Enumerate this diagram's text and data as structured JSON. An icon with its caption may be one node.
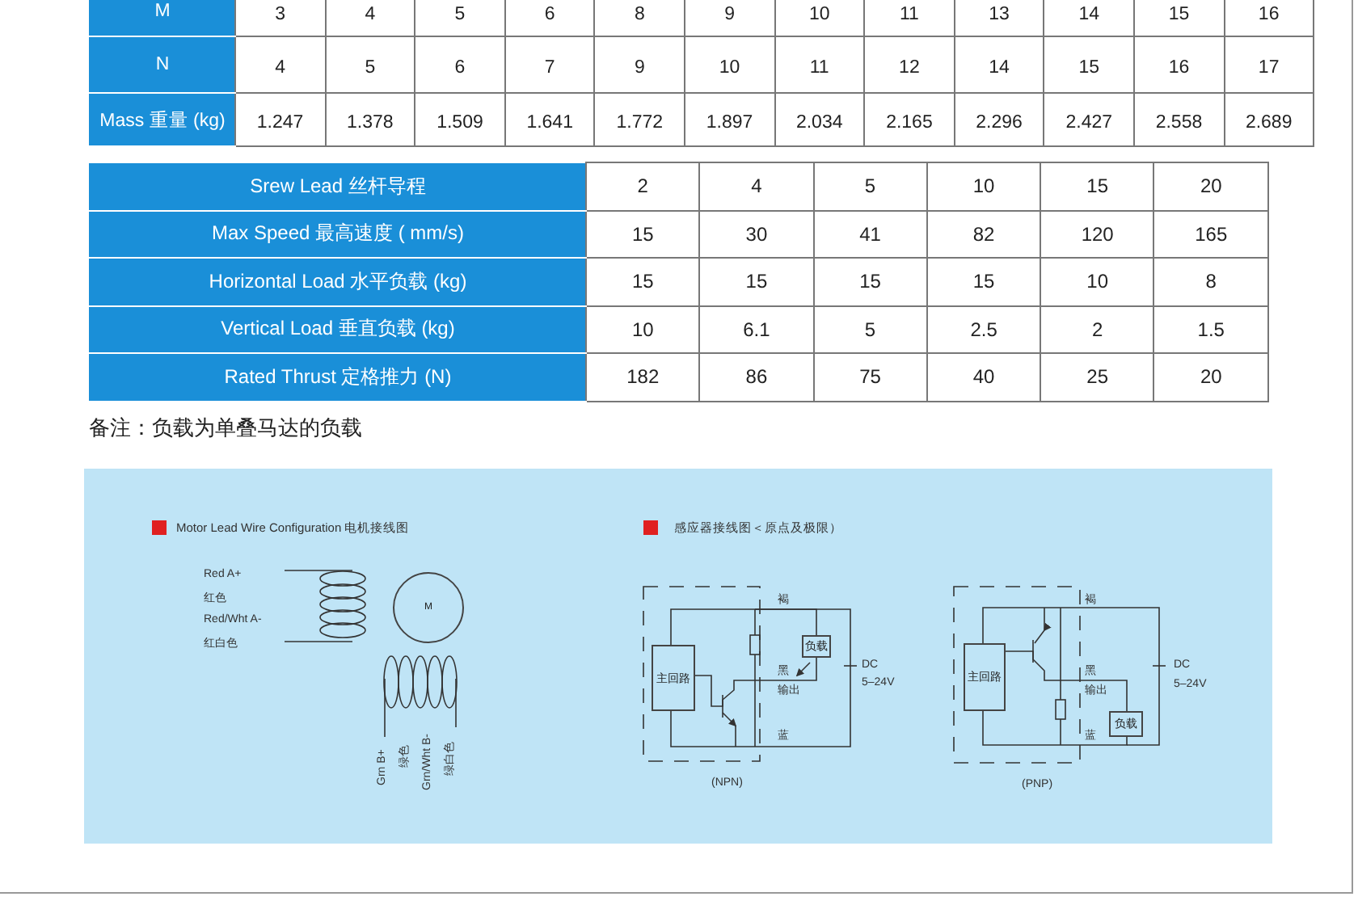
{
  "diagram": {
    "nodes": [
      {
        "text": [
          "M"
        ]
      },
      {
        "text": [
          "主回路"
        ]
      },
      {
        "text": [
          "负载"
        ]
      },
      {
        "text": [
          "主回路"
        ]
      },
      {
        "text": [
          "负载"
        ]
      }
    ],
    "edges": [
      {
        "from": 1,
        "to": 2,
        "arrow": "none"
      },
      {
        "from": 3,
        "to": 4,
        "arrow": "none"
      },
      {
        "from": 1,
        "to": 2,
        "arrow": "none"
      },
      {
        "from": 3,
        "to": 4,
        "arrow": "none"
      }
    ],
    "labels": [
      "M",
      "3",
      "4",
      "5",
      "6",
      "8",
      "9",
      "10",
      "11",
      "13",
      "14",
      "15",
      "16",
      "N",
      "4",
      "5",
      "6",
      "7",
      "9",
      "10",
      "11",
      "12",
      "14",
      "15",
      "16",
      "17",
      "Mass 重量 (kg)",
      "1.247",
      "1.378",
      "1.509",
      "1.641",
      "1.772",
      "1.897",
      "2.034",
      "2.165",
      "2.296",
      "2.427",
      "2.558",
      "2.689",
      "Srew Lead 丝杆导程",
      "2",
      "4",
      "5",
      "10",
      "15",
      "20",
      "Max Speed 最高速度 ( mm/s)",
      "15",
      "30",
      "41",
      "82",
      "120",
      "165",
      "Horizontal Load 水平负载 (kg)",
      "15",
      "15",
      "15",
      "15",
      "10",
      "8",
      "Vertical Load 垂直负载 (kg)",
      "10",
      "6.1",
      "5",
      "2.5",
      "2",
      "1.5",
      "Rated Thrust 定格推力 (N)",
      "182",
      "86",
      "75",
      "40",
      "25",
      "20",
      "备注：负载为单叠马达的负载",
      "Motor Lead Wire Configuration 电机接线图",
      "Red A+",
      "红色",
      "Red/Wht A-",
      "红白色",
      "Grn B+",
      "绿色",
      "Grn/Wht B-",
      "绿白色",
      "感应器接线图＜原点及极限）",
      "褐",
      "黑",
      "输出",
      "蓝",
      "DC",
      "5–24V",
      "(NPN)",
      "褐",
      "黑",
      "输出",
      "蓝",
      "DC",
      "5–24V",
      "(PNP)"
    ]
  }
}
